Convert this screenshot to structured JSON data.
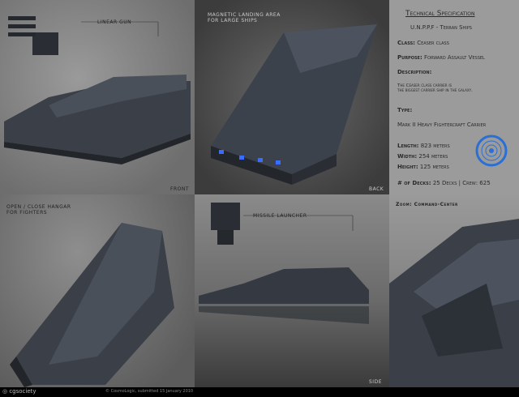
{
  "panels": {
    "front": {
      "callout": "Linear gun",
      "view": "Front"
    },
    "back": {
      "callout_line1": "Magnetic landing area",
      "callout_line2": "for large ships",
      "view": "Back"
    },
    "hangar": {
      "callout_line1": "Open / close hangar",
      "callout_line2": "for fighters"
    },
    "side": {
      "callout": "Missile launcher",
      "view": "Side"
    },
    "zoom": {
      "label": "Zoom: Command-Center"
    }
  },
  "spec": {
    "title": "Technical Specification",
    "faction": "U.N.P.P.F - Terran Ships",
    "class_label": "Class:",
    "class_value": "Ceaser class",
    "purpose_label": "Purpose:",
    "purpose_value": "Forward Assault Vessel",
    "description_label": "Description:",
    "description_line1": "The Ceaser class carrier is",
    "description_line2": "the biggest carrier ship in the galaxy.",
    "type_label": "Type:",
    "type_value": "Mark II Heavy Fightercraft Carrier",
    "length_label": "Length:",
    "length_value": "823 meters",
    "width_label": "Width:",
    "width_value": "254 meters",
    "height_label": "Height:",
    "height_value": "125 meters",
    "decks_label": "# of Decks:",
    "decks_value": "25 Decks | Crew: 625",
    "emblem": "blue-circular-emblem",
    "emblem_color": "#2a6fd6"
  },
  "footer": {
    "logo": "cgsociety",
    "credit": "© CosmoLogic, submitted 15 January 2010"
  }
}
